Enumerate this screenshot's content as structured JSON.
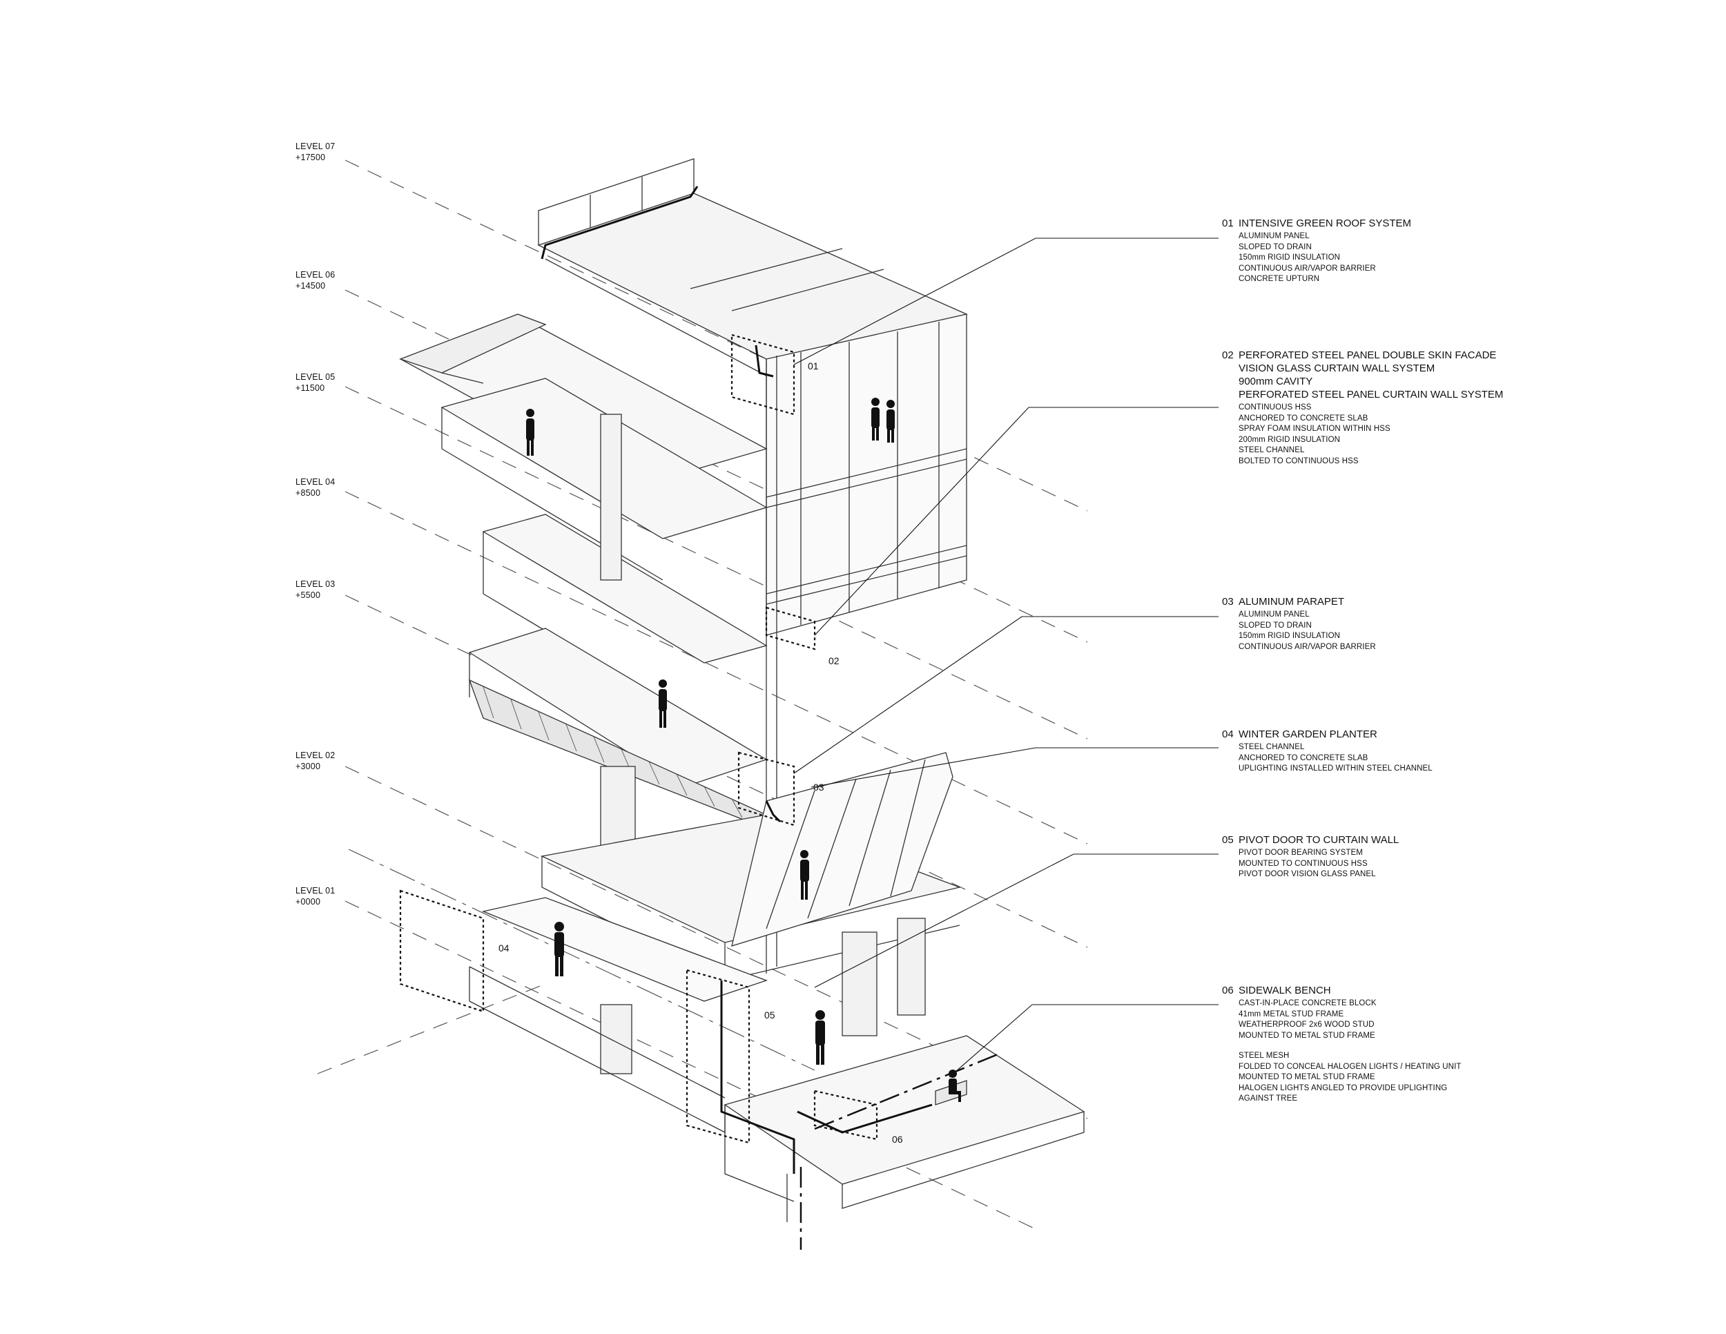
{
  "levels": [
    {
      "name": "LEVEL 07",
      "elevation": "+17500"
    },
    {
      "name": "LEVEL 06",
      "elevation": "+14500"
    },
    {
      "name": "LEVEL 05",
      "elevation": "+11500"
    },
    {
      "name": "LEVEL 04",
      "elevation": "+8500"
    },
    {
      "name": "LEVEL 03",
      "elevation": "+5500"
    },
    {
      "name": "LEVEL 02",
      "elevation": "+3000"
    },
    {
      "name": "LEVEL 01",
      "elevation": "+0000"
    }
  ],
  "notes": [
    {
      "num": "01",
      "title": "INTENSIVE GREEN ROOF SYSTEM",
      "subtitles": [],
      "lines": [
        "ALUMINUM PANEL",
        "SLOPED TO DRAIN",
        "150mm RIGID INSULATION",
        "CONTINUOUS AIR/VAPOR BARRIER",
        "CONCRETE UPTURN"
      ]
    },
    {
      "num": "02",
      "title": "PERFORATED STEEL PANEL DOUBLE SKIN FACADE",
      "subtitles": [
        "VISION GLASS CURTAIN WALL SYSTEM",
        "900mm CAVITY",
        "PERFORATED STEEL PANEL CURTAIN WALL SYSTEM"
      ],
      "lines": [
        "CONTINUOUS HSS",
        "ANCHORED TO CONCRETE SLAB",
        "SPRAY FOAM INSULATION WITHIN HSS",
        "200mm RIGID INSULATION",
        "STEEL CHANNEL",
        "BOLTED TO CONTINUOUS HSS"
      ]
    },
    {
      "num": "03",
      "title": "ALUMINUM PARAPET",
      "subtitles": [],
      "lines": [
        "ALUMINUM PANEL",
        "SLOPED TO DRAIN",
        "150mm RIGID INSULATION",
        "CONTINUOUS AIR/VAPOR BARRIER"
      ]
    },
    {
      "num": "04",
      "title": "WINTER GARDEN PLANTER",
      "subtitles": [],
      "lines": [
        "STEEL CHANNEL",
        "ANCHORED TO CONCRETE SLAB",
        "UPLIGHTING INSTALLED WITHIN STEEL CHANNEL"
      ]
    },
    {
      "num": "05",
      "title": "PIVOT DOOR TO CURTAIN WALL",
      "subtitles": [],
      "lines": [
        "PIVOT DOOR BEARING SYSTEM",
        "MOUNTED TO CONTINUOUS HSS",
        "PIVOT DOOR VISION GLASS PANEL"
      ]
    },
    {
      "num": "06",
      "title": "SIDEWALK BENCH",
      "subtitles": [],
      "lines": [
        "CAST-IN-PLACE CONCRETE BLOCK",
        "41mm METAL STUD FRAME",
        "WEATHERPROOF 2x6 WOOD STUD",
        "MOUNTED TO METAL STUD FRAME",
        "",
        "STEEL MESH",
        "FOLDED TO CONCEAL HALOGEN LIGHTS / HEATING UNIT",
        "MOUNTED TO METAL STUD FRAME",
        "HALOGEN LIGHTS ANGLED TO PROVIDE UPLIGHTING",
        "AGAINST TREE"
      ]
    }
  ],
  "callout_tags": [
    "01",
    "02",
    "03",
    "04",
    "05",
    "06"
  ]
}
